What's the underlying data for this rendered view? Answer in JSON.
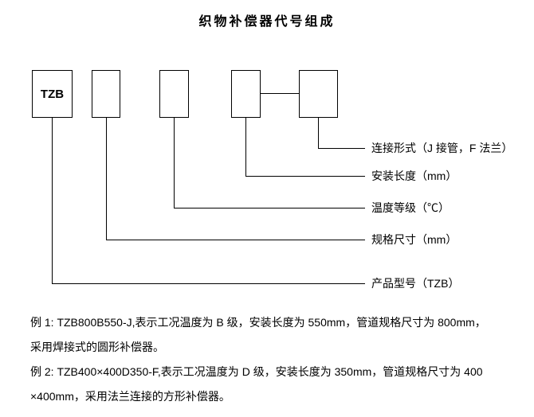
{
  "diagram": {
    "title": "织物补偿器代号组成",
    "code_prefix": "TZB",
    "field_labels": [
      "连接形式（J 接管，F 法兰）",
      "安装长度（mm）",
      "温度等级（℃）",
      "规格尺寸（mm）",
      "产品型号（TZB）"
    ]
  },
  "examples": [
    {
      "lines": [
        "例 1: TZB800B550-J,表示工况温度为 B 级，安装长度为 550mm，管道规格尺寸为 800mm，",
        "采用焊接式的圆形补偿器。"
      ]
    },
    {
      "lines": [
        "例 2: TZB400×400D350-F,表示工况温度为 D 级，安装长度为 350mm，管道规格尺寸为 400",
        "×400mm，采用法兰连接的方形补偿器。"
      ]
    }
  ]
}
